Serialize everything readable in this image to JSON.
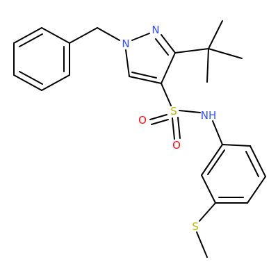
{
  "colors": {
    "bond": "#000000",
    "background": "#ffffff",
    "N": "#3050F8",
    "O": "#FF0D0D",
    "S": "#B8B800",
    "C": "#000000"
  },
  "atoms": {
    "N1": {
      "symbol": "N",
      "label": "N"
    },
    "N2": {
      "symbol": "N",
      "label": "N"
    },
    "S_sulfonyl": {
      "symbol": "S",
      "label": "S"
    },
    "O_a": {
      "symbol": "O",
      "label": "O"
    },
    "O_b": {
      "symbol": "O",
      "label": "O"
    },
    "NH": {
      "symbol": "N",
      "label": "NH"
    },
    "S_thio": {
      "symbol": "S",
      "label": "S"
    }
  }
}
